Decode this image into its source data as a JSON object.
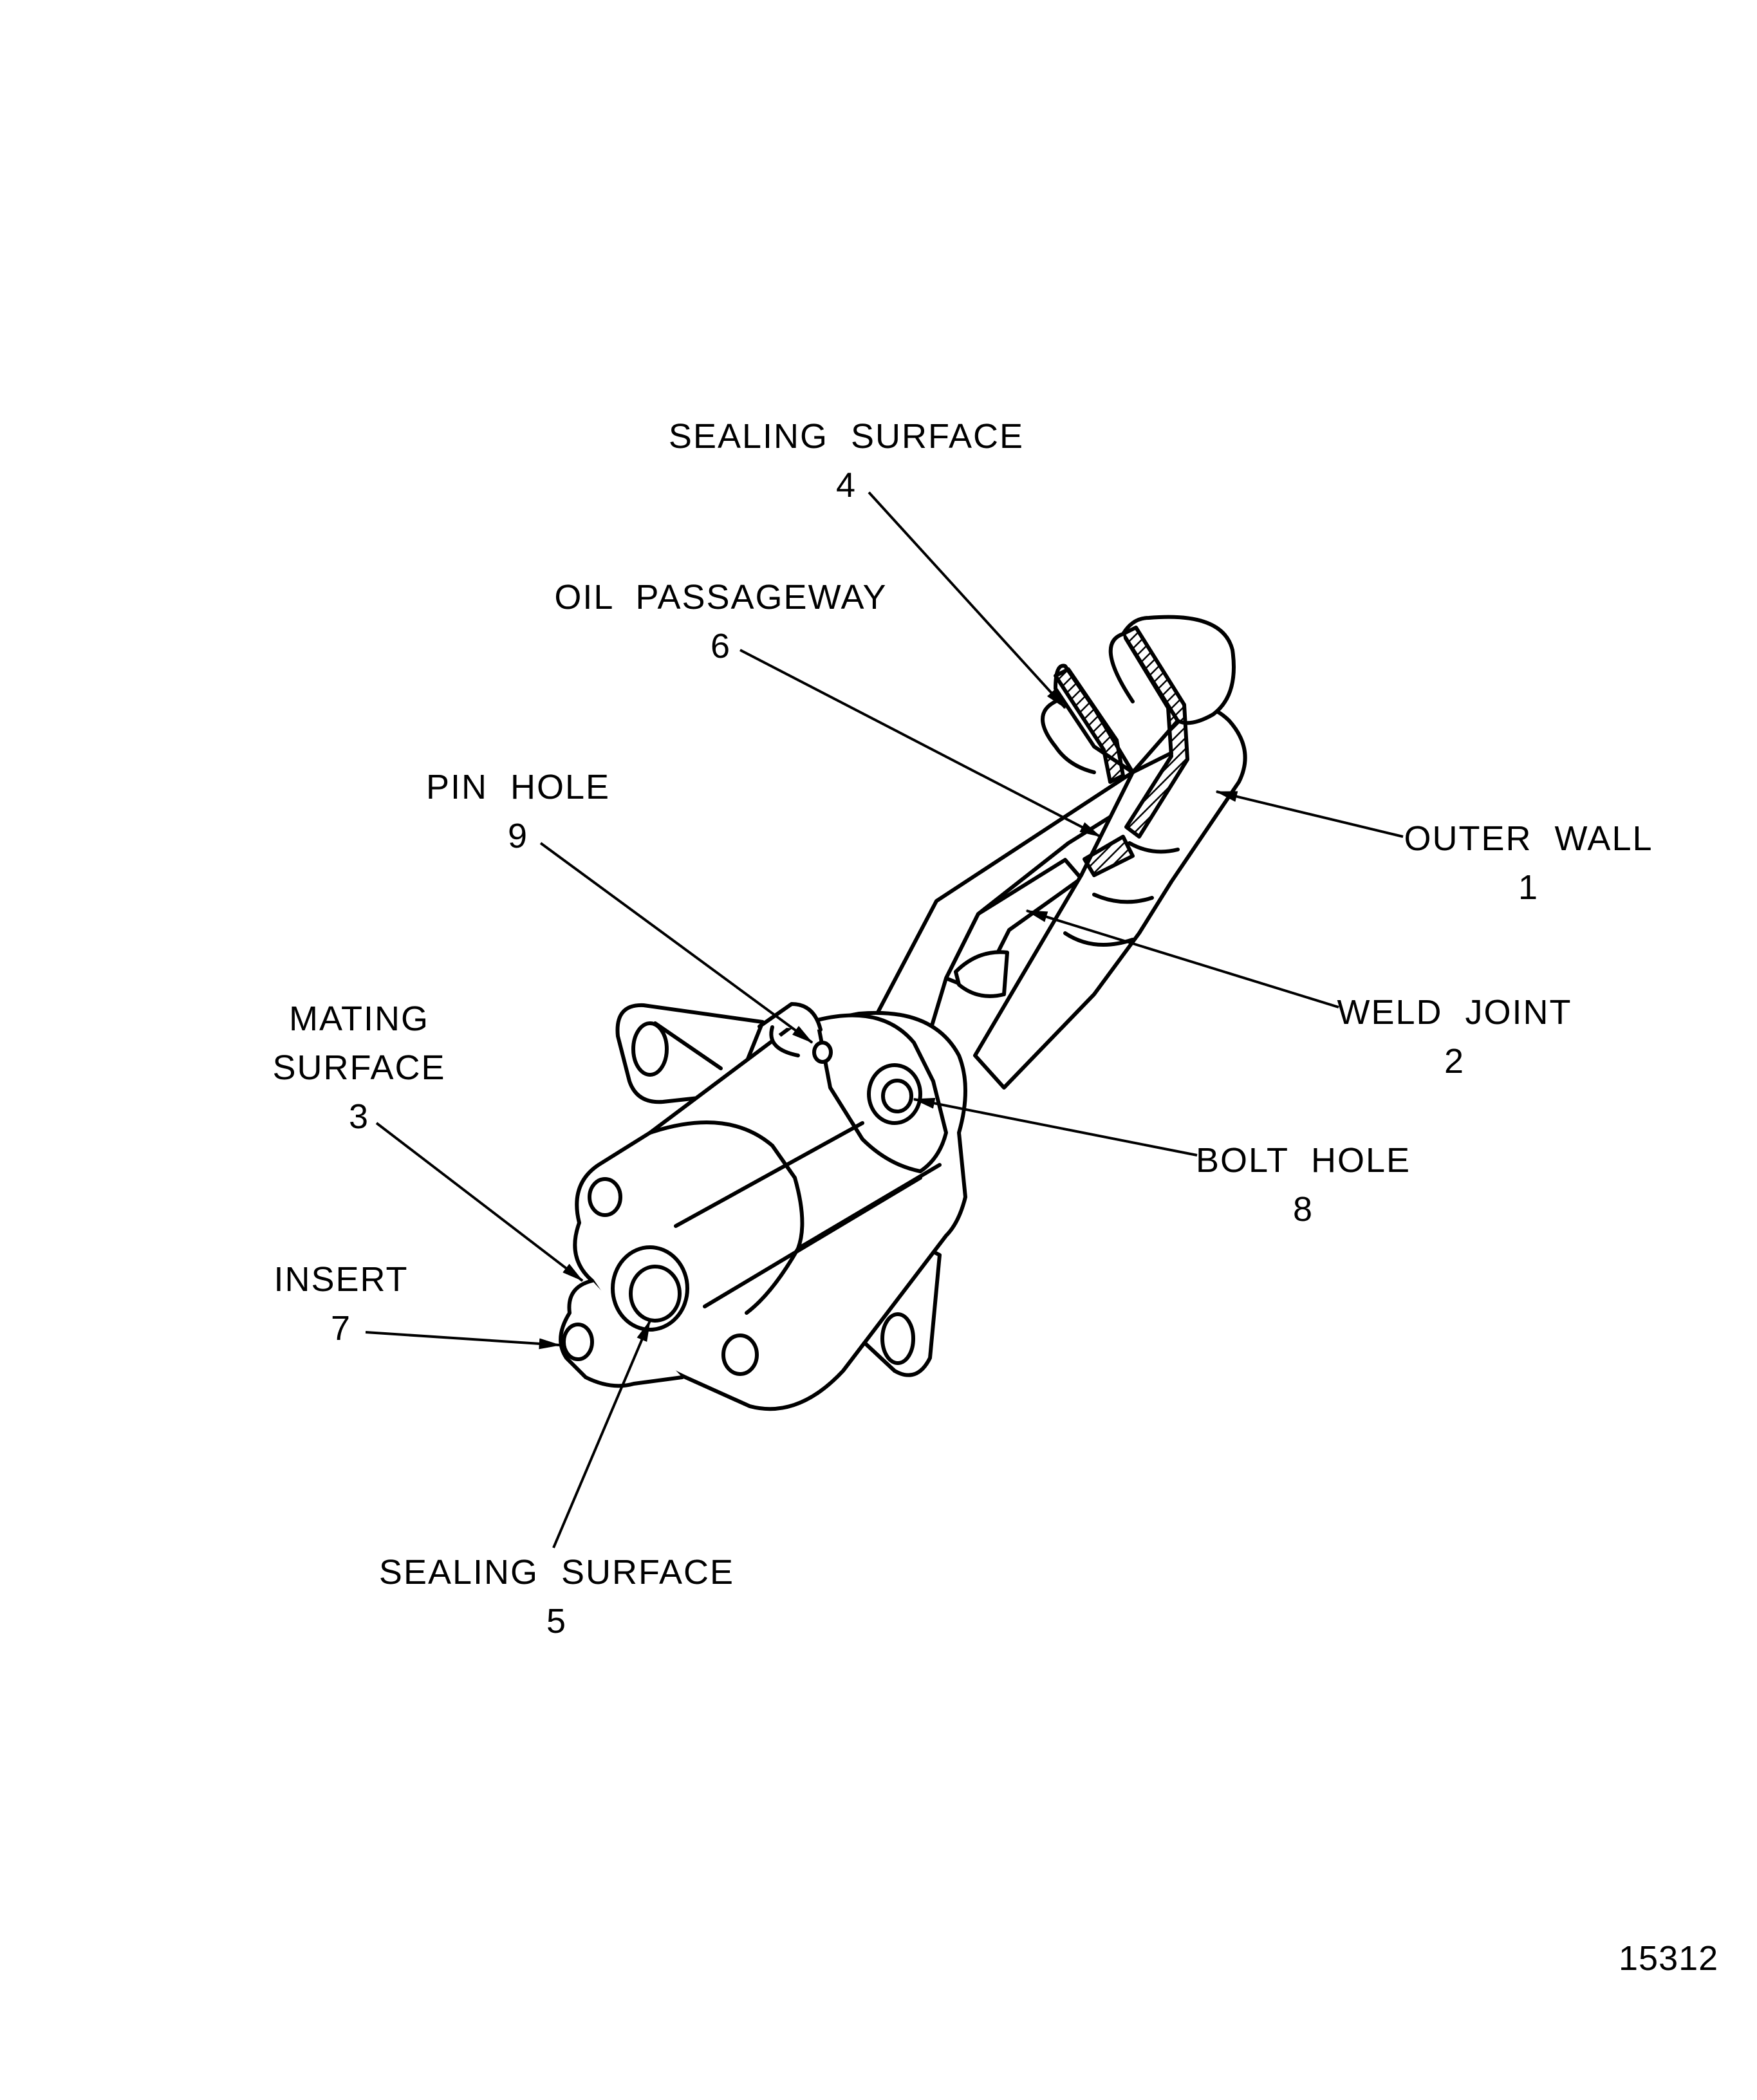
{
  "figure_number": "15312",
  "callouts": [
    {
      "key": "outer_wall",
      "name": "OUTER WALL",
      "num": "1"
    },
    {
      "key": "weld_joint",
      "name": "WELD JOINT",
      "num": "2"
    },
    {
      "key": "mating_surface",
      "name": "MATING SURFACE",
      "num": "3"
    },
    {
      "key": "sealing_surface_top",
      "name": "SEALING SURFACE",
      "num": "4"
    },
    {
      "key": "sealing_surface_bottom",
      "name": "SEALING SURFACE",
      "num": "5"
    },
    {
      "key": "oil_passageway",
      "name": "OIL PASSAGEWAY",
      "num": "6"
    },
    {
      "key": "insert",
      "name": "INSERT",
      "num": "7"
    },
    {
      "key": "bolt_hole",
      "name": "BOLT HOLE",
      "num": "8"
    },
    {
      "key": "pin_hole",
      "name": "PIN HOLE",
      "num": "9"
    }
  ],
  "colors": {
    "line": "#000000",
    "paper": "#ffffff"
  }
}
